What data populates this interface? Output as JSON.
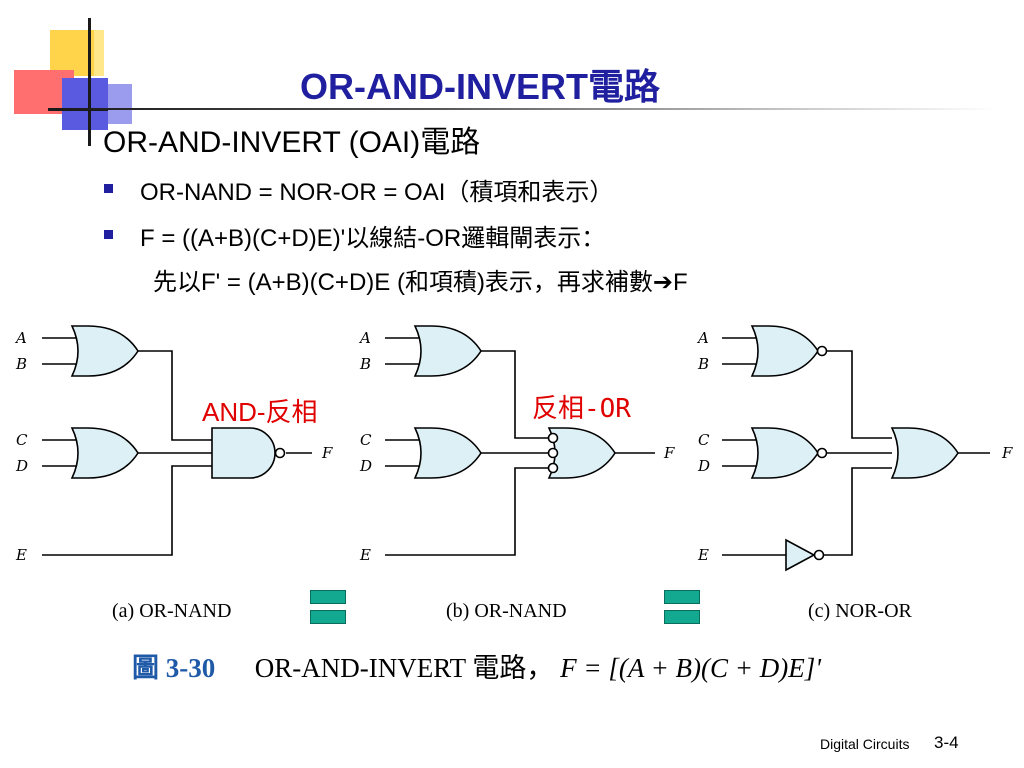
{
  "slide": {
    "title": "OR-AND-INVERT電路",
    "heading": "OR-AND-INVERT (OAI)電路",
    "bullets": [
      "OR-NAND = NOR-OR = OAI（積項和表示）",
      "F = ((A+B)(C+D)E)'以線結-OR邏輯閘表示："
    ],
    "sub_line": "先以F' = (A+B)(C+D)E  (和項積)表示，再求補數➔F",
    "footer": "Digital Circuits",
    "page_number": "3-4"
  },
  "figure": {
    "annotations": {
      "a": "AND-反相",
      "b": "反相-OR"
    },
    "inputs": [
      "A",
      "B",
      "C",
      "D",
      "E"
    ],
    "output": "F",
    "captions": [
      "(a) OR-NAND",
      "(b) OR-NAND",
      "(c) NOR-OR"
    ],
    "figure_number": "圖 3-30",
    "figure_title": "OR-AND-INVERT 電路，",
    "formula": "F = [(A + B)(C + D)E]'"
  },
  "colors": {
    "title": "#1f1fa0",
    "gate_fill": "#ddf0f6",
    "annotation": "#e00000",
    "equal_sign": "#13a890",
    "bullet": "#1f1fa0"
  }
}
